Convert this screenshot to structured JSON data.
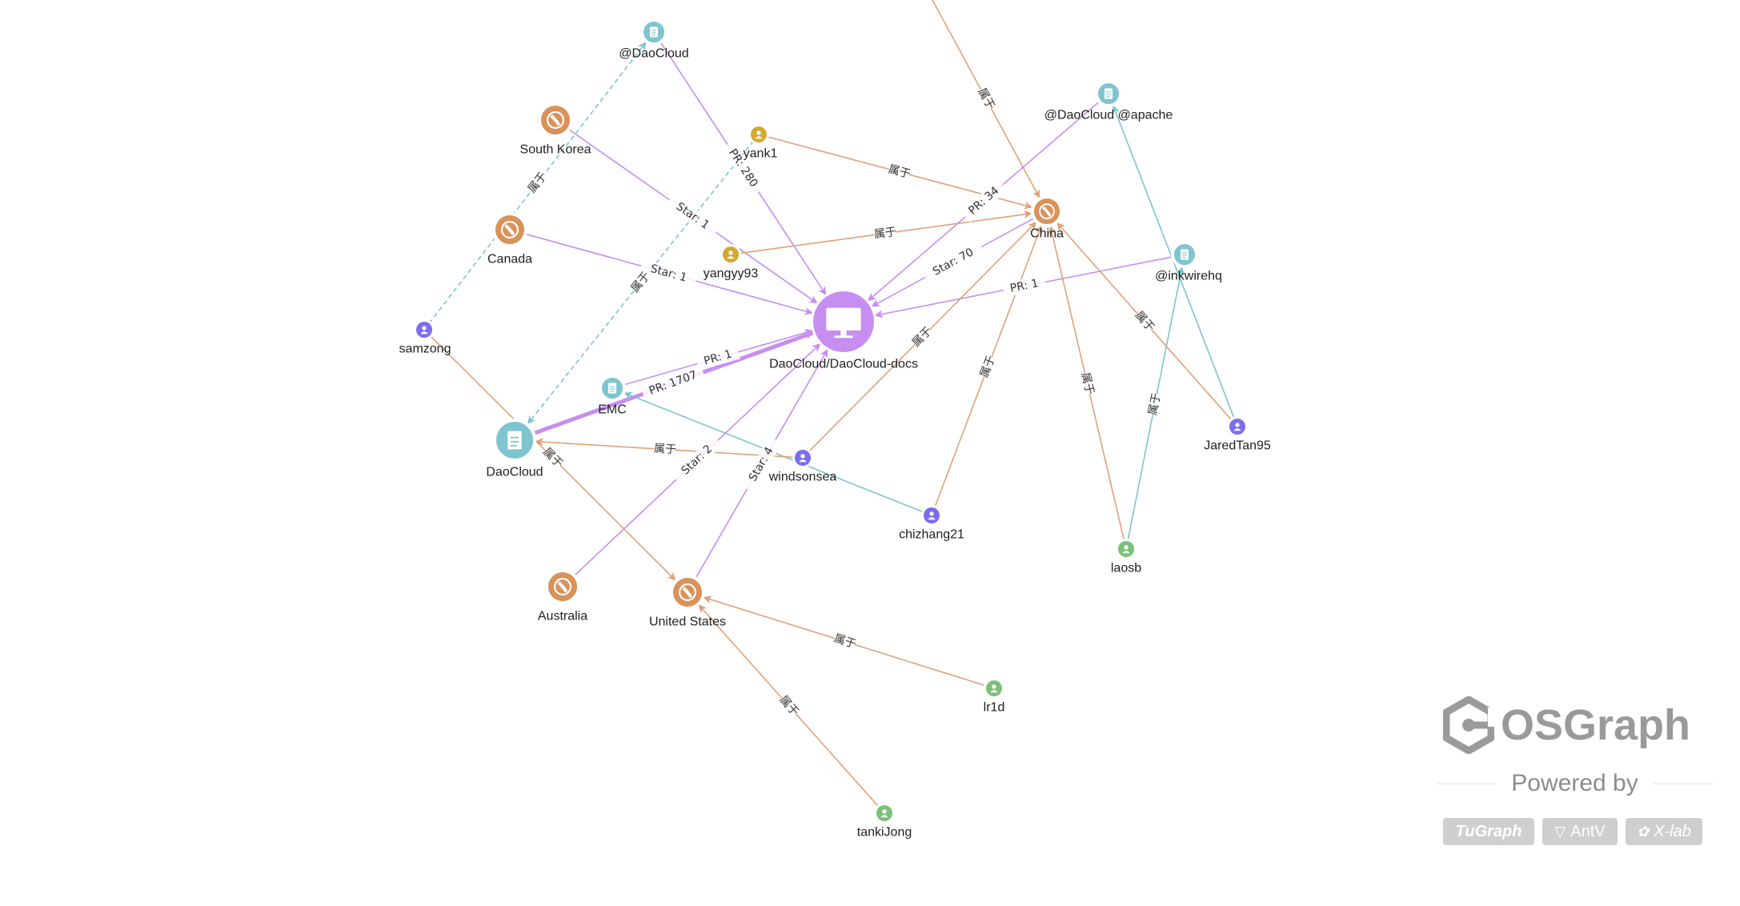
{
  "colors": {
    "repo": "#c78ef1",
    "org": "#7ec5cf",
    "country": "#d9925a",
    "user_purple": "#7b6cf0",
    "user_gold": "#d4a832",
    "user_green": "#7cc07a",
    "edge_pr": "#c78ef1",
    "edge_belong_orange": "#dfa27a",
    "edge_belong_teal": "#7ec5cf"
  },
  "nodes": [
    {
      "id": "repo",
      "label": "DaoCloud/DaoCloud-docs",
      "kind": "repo",
      "icon": "monitor-icon"
    },
    {
      "id": "daocloud_at",
      "label": "@DaoCloud",
      "kind": "org",
      "icon": "document-icon"
    },
    {
      "id": "daocloud_apache",
      "label": "@DaoCloud @apache",
      "kind": "org",
      "icon": "document-icon"
    },
    {
      "id": "inkwirehq",
      "label": "@inkwirehq",
      "kind": "org",
      "icon": "document-icon"
    },
    {
      "id": "emc",
      "label": "EMC",
      "kind": "org",
      "icon": "document-icon"
    },
    {
      "id": "daocloud",
      "label": "DaoCloud",
      "kind": "org_big",
      "icon": "document-icon"
    },
    {
      "id": "south_korea",
      "label": "South Korea",
      "kind": "country",
      "icon": "globe-icon"
    },
    {
      "id": "canada",
      "label": "Canada",
      "kind": "country",
      "icon": "globe-icon"
    },
    {
      "id": "china",
      "label": "China",
      "kind": "country_small",
      "icon": "globe-icon"
    },
    {
      "id": "australia",
      "label": "Australia",
      "kind": "country",
      "icon": "globe-icon"
    },
    {
      "id": "united_states",
      "label": "United States",
      "kind": "country",
      "icon": "globe-icon"
    },
    {
      "id": "yank1",
      "label": "yank1",
      "kind": "user_gold",
      "icon": "user-icon"
    },
    {
      "id": "yangyy93",
      "label": "yangyy93",
      "kind": "user_gold",
      "icon": "user-icon"
    },
    {
      "id": "samzong",
      "label": "samzong",
      "kind": "user_purple",
      "icon": "user-icon"
    },
    {
      "id": "windsonsea",
      "label": "windsonsea",
      "kind": "user_purple",
      "icon": "user-icon"
    },
    {
      "id": "chizhang21",
      "label": "chizhang21",
      "kind": "user_purple",
      "icon": "user-icon"
    },
    {
      "id": "jaredtan95",
      "label": "JaredTan95",
      "kind": "user_purple",
      "icon": "user-icon"
    },
    {
      "id": "laosb",
      "label": "laosb",
      "kind": "user_green",
      "icon": "user-icon"
    },
    {
      "id": "lr1d",
      "label": "lr1d",
      "kind": "user_green",
      "icon": "user-icon"
    },
    {
      "id": "tankijong",
      "label": "tankiJong",
      "kind": "user_green",
      "icon": "user-icon"
    }
  ],
  "edges": [
    {
      "from": "offscreen_top",
      "to": "china",
      "label": "属于",
      "type": "belong"
    },
    {
      "from": "daocloud_at",
      "to": "repo",
      "label": "PR: 280",
      "type": "pr"
    },
    {
      "from": "samzong",
      "to": "daocloud_at",
      "label": "属于",
      "type": "belong_teal"
    },
    {
      "from": "south_korea",
      "to": "repo",
      "label": "Star: 1",
      "type": "pr"
    },
    {
      "from": "canada",
      "to": "repo",
      "label": "Star: 1",
      "type": "pr"
    },
    {
      "from": "yank1",
      "to": "china",
      "label": "属于",
      "type": "belong"
    },
    {
      "from": "yank1",
      "to": "daocloud",
      "label": "属于",
      "type": "belong_teal"
    },
    {
      "from": "yangyy93",
      "to": "china",
      "label": "属于",
      "type": "belong"
    },
    {
      "from": "daocloud_apache",
      "to": "repo",
      "label": "PR: 34",
      "type": "pr"
    },
    {
      "from": "jaredtan95",
      "to": "daocloud_apache",
      "label": "",
      "type": "belong_teal"
    },
    {
      "from": "china",
      "to": "repo",
      "label": "Star: 70",
      "type": "pr"
    },
    {
      "from": "inkwirehq",
      "to": "repo",
      "label": "PR: 1",
      "type": "pr"
    },
    {
      "from": "emc",
      "to": "repo",
      "label": "PR: 1",
      "type": "pr"
    },
    {
      "from": "daocloud",
      "to": "repo",
      "label": "PR: 1707",
      "type": "pr_thick"
    },
    {
      "from": "windsonsea",
      "to": "china",
      "label": "属于",
      "type": "belong"
    },
    {
      "from": "chizhang21",
      "to": "china",
      "label": "属于",
      "type": "belong"
    },
    {
      "from": "chizhang21",
      "to": "emc",
      "label": "",
      "type": "belong_teal"
    },
    {
      "from": "laosb",
      "to": "china",
      "label": "属于",
      "type": "belong"
    },
    {
      "from": "laosb",
      "to": "inkwirehq",
      "label": "属于",
      "type": "belong_teal"
    },
    {
      "from": "jaredtan95",
      "to": "china",
      "label": "属于",
      "type": "belong"
    },
    {
      "from": "australia",
      "to": "repo",
      "label": "Star: 2",
      "type": "pr"
    },
    {
      "from": "united_states",
      "to": "repo",
      "label": "Star: 4",
      "type": "pr"
    },
    {
      "from": "samzong",
      "to": "united_states",
      "label": "属于",
      "type": "belong"
    },
    {
      "from": "windsonsea",
      "to": "daocloud",
      "label": "属于",
      "type": "belong"
    },
    {
      "from": "lr1d",
      "to": "united_states",
      "label": "属于",
      "type": "belong"
    },
    {
      "from": "tankijong",
      "to": "united_states",
      "label": "属于",
      "type": "belong"
    }
  ],
  "brand": {
    "title": "OSGraph",
    "powered_by": "Powered by",
    "badges": [
      {
        "label": "TuGraph",
        "icon": ""
      },
      {
        "label": "AntV",
        "icon": "antv-triangle-icon"
      },
      {
        "label": "X-lab",
        "icon": "bulb-icon"
      }
    ]
  }
}
